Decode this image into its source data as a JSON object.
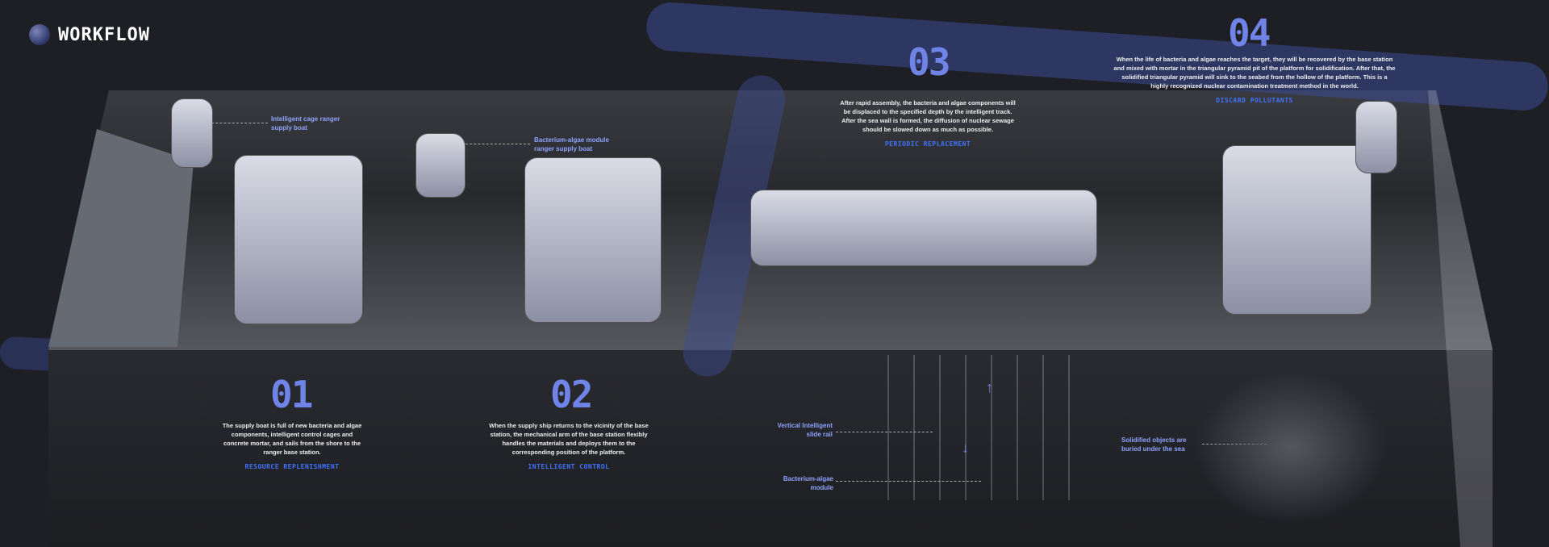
{
  "header": {
    "title": "WORKFLOW"
  },
  "steps": [
    {
      "number": "01",
      "description": "The supply boat is full of new bacteria and algae components, intelligent control cages and concrete mortar, and sails from the shore to the ranger base station.",
      "tag": "RESOURCE REPLENISHMENT"
    },
    {
      "number": "02",
      "description": "When the supply ship returns to the vicinity of the base station, the mechanical arm of the base station flexibly handles the materials and deploys them to the corresponding position of the platform.",
      "tag": "INTELLIGENT CONTROL"
    },
    {
      "number": "03",
      "description": "After rapid assembly, the bacteria and algae components will be displaced to the specified depth by the intelligent track. After the sea wall is formed, the diffusion of nuclear sewage should be slowed down as much as possible.",
      "tag": "PERIODIC REPLACEMENT"
    },
    {
      "number": "04",
      "description": "When the life of bacteria and algae reaches the target, they will be recovered by the base station and mixed with mortar in the triangular pyramid pit of the platform for solidification. After that, the solidified triangular pyramid will sink to the seabed from the hollow of the platform. This is a highly recognized nuclear contamination treatment method in the world.",
      "tag": "DISCARD POLLUTANTS"
    }
  ],
  "labels": {
    "cage_boat": "Intelligent cage ranger supply boat",
    "module_boat": "Bacterium-algae module ranger supply boat",
    "slide_rail": "Vertical Intelligent slide rail",
    "module": "Bacterium-algae module",
    "solidified": "Solidified objects are buried under the sea"
  }
}
